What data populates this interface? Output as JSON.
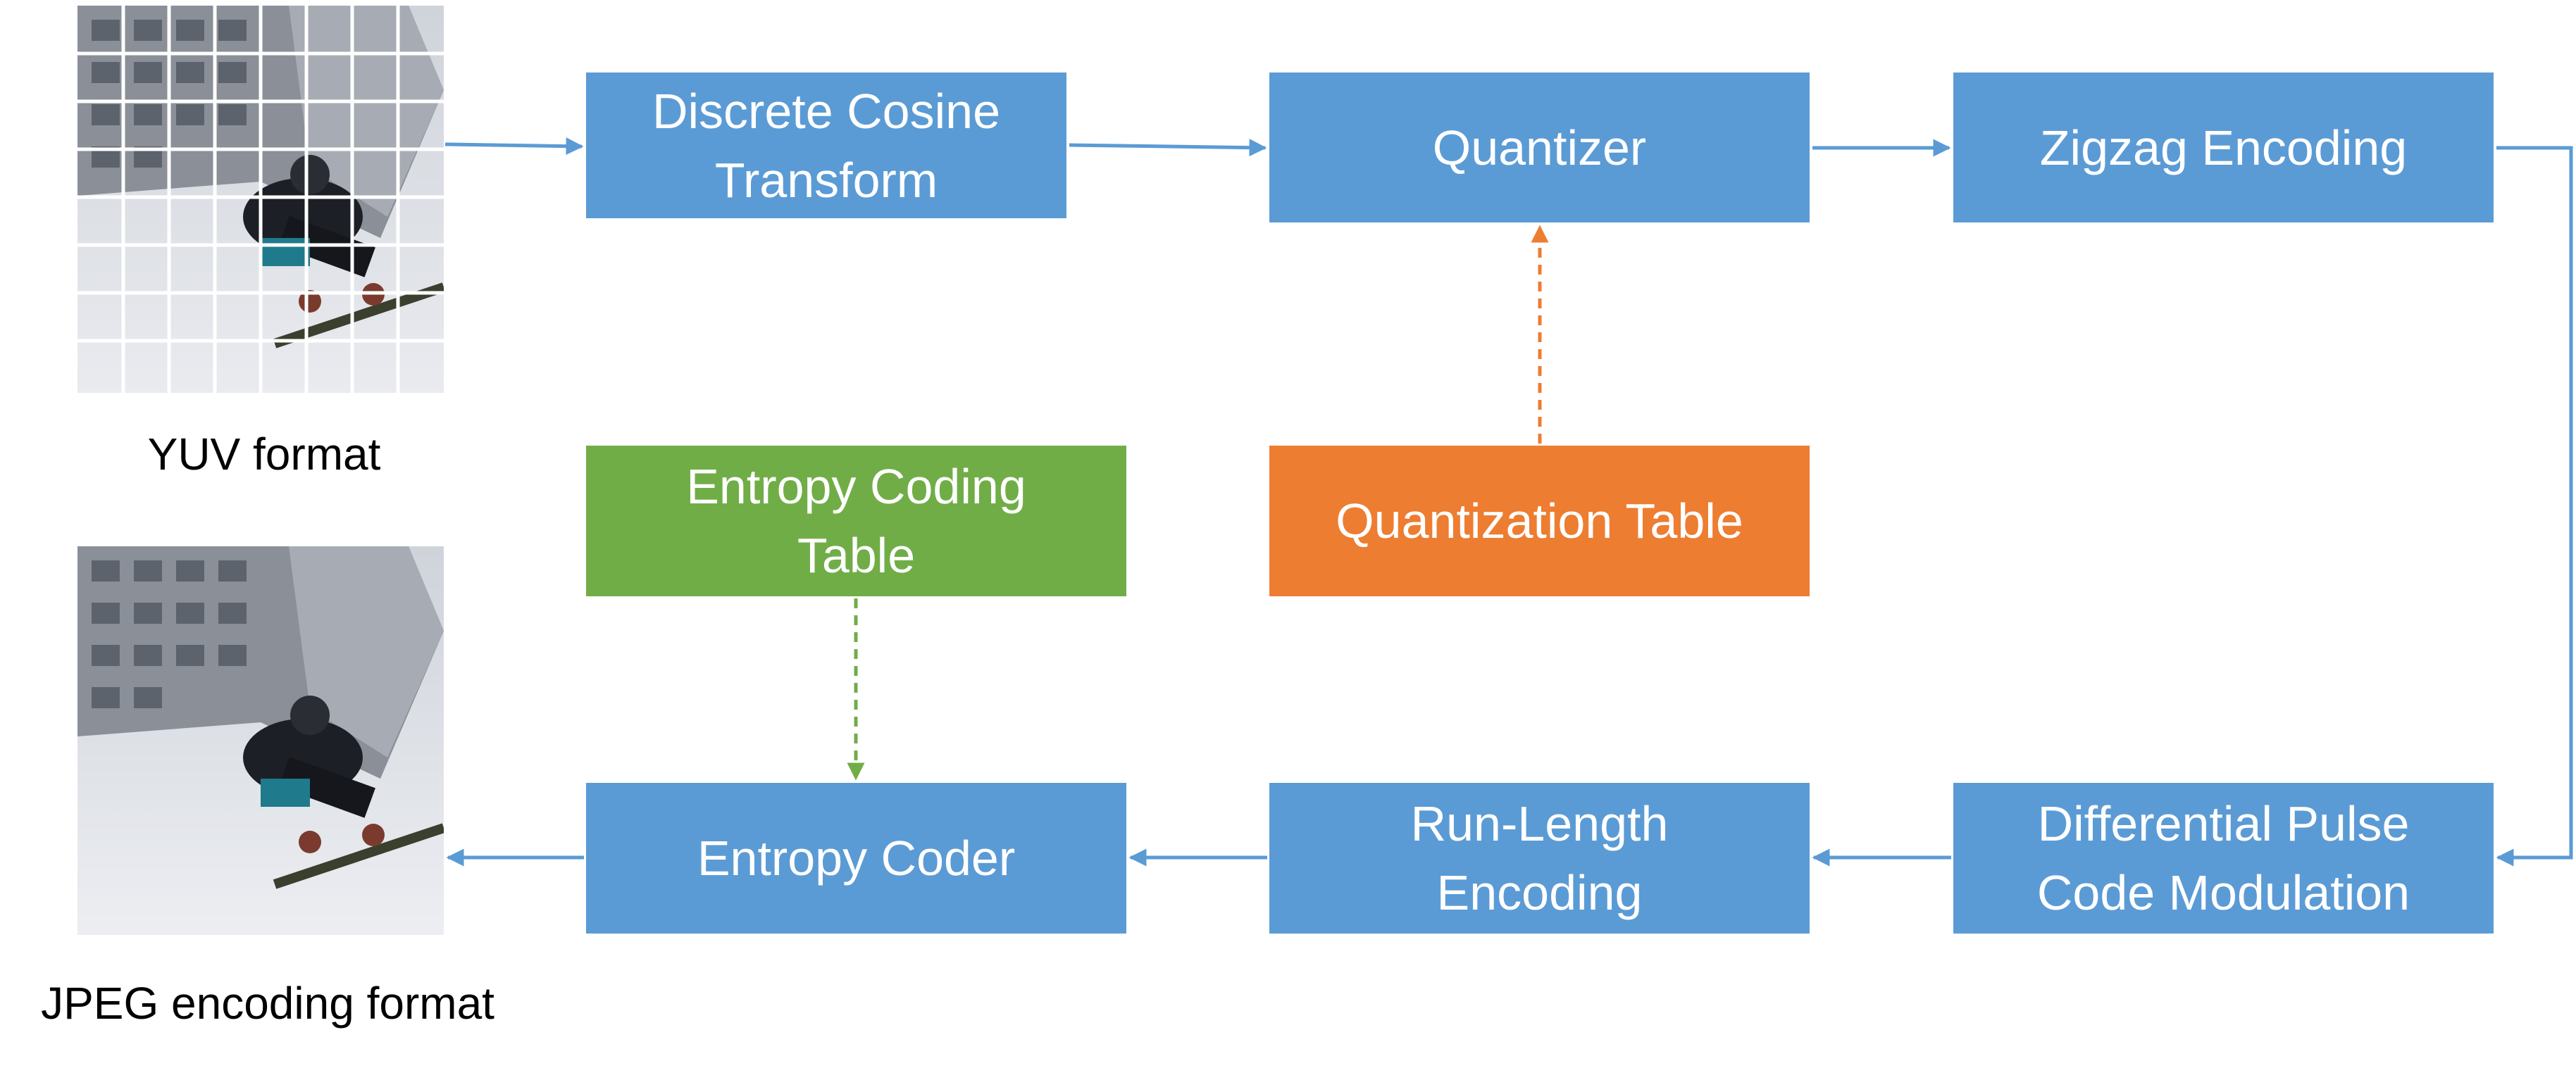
{
  "images": {
    "yuv_caption": "YUV format",
    "jpeg_caption": "JPEG encoding format"
  },
  "boxes": {
    "dct": "Discrete Cosine\nTransform",
    "quantizer": "Quantizer",
    "zigzag": "Zigzag Encoding",
    "entropy_table": "Entropy Coding\nTable",
    "quant_table": "Quantization Table",
    "entropy_coder": "Entropy Coder",
    "rle": "Run-Length\nEncoding",
    "dpcm": "Differential Pulse\nCode Modulation"
  },
  "colors": {
    "process_box": "#5b9bd5",
    "quant_table_box": "#ed7d31",
    "entropy_table_box": "#70ad47",
    "flow_arrow": "#5b9bd5",
    "quant_table_arrow": "#ed7d31",
    "entropy_table_arrow": "#70ad47"
  }
}
